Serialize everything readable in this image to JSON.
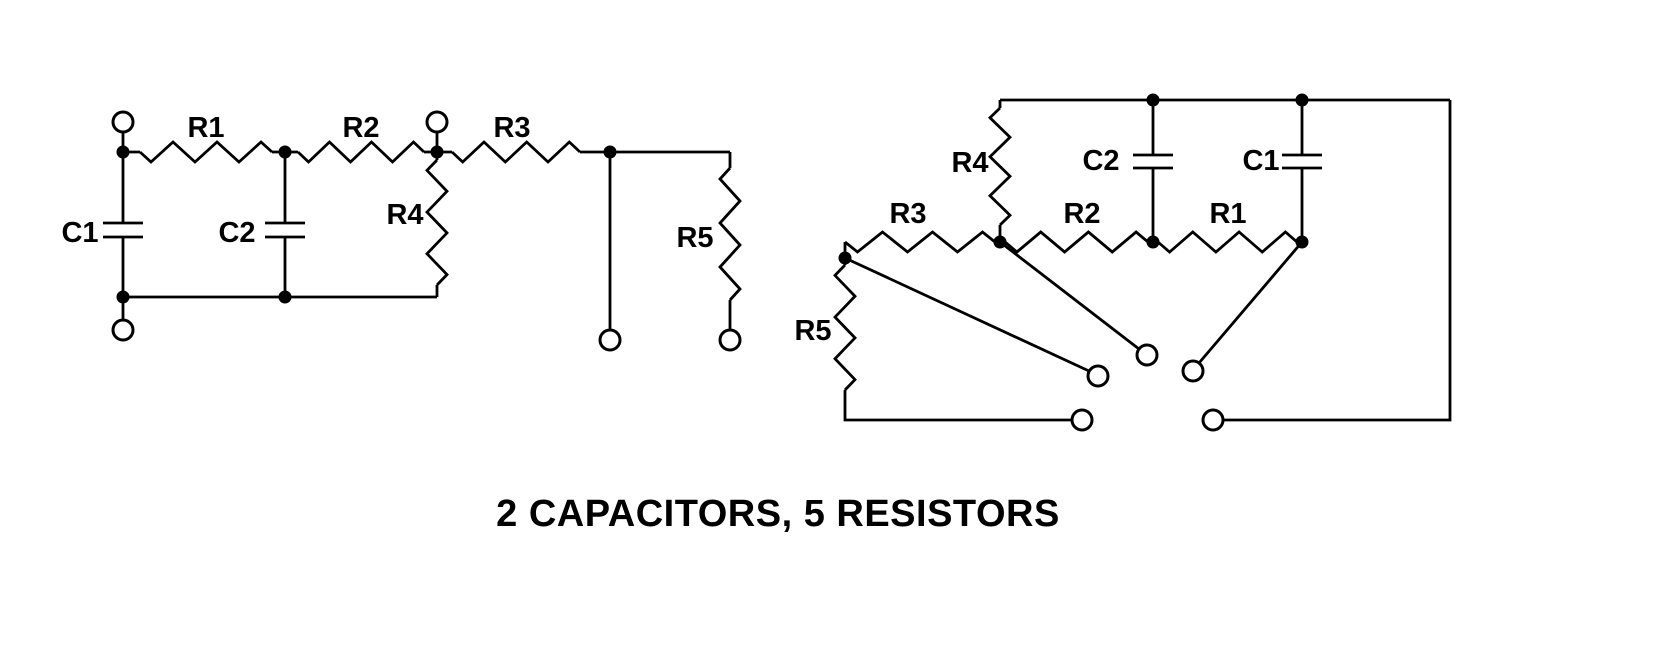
{
  "title": "2 CAPACITORS, 5 RESISTORS",
  "left": {
    "r1": "R1",
    "r2": "R2",
    "r3": "R3",
    "r4": "R4",
    "r5": "R5",
    "c1": "C1",
    "c2": "C2"
  },
  "right": {
    "r1": "R1",
    "r2": "R2",
    "r3": "R3",
    "r4": "R4",
    "r5": "R5",
    "c1": "C1",
    "c2": "C2"
  },
  "colors": {
    "line": "#000000",
    "background": "#ffffff"
  }
}
